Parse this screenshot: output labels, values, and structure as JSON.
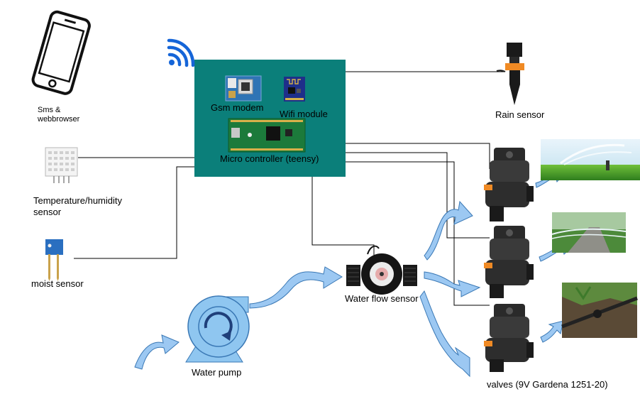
{
  "labels": {
    "phone": "Sms &\nwebbrowser",
    "gsm": "Gsm modem",
    "wifi": "Wifi module",
    "mcu": "Micro controller (teensy)",
    "rain": "Rain sensor",
    "temp": "Temperature/humidity\nsensor",
    "moist": "moist sensor",
    "flow": "Water flow sensor",
    "pump": "Water pump",
    "valves": "valves (9V Gardena 1251-20)"
  },
  "colors": {
    "controller": "#0b7f7a",
    "arrow_fill": "#9cc8f2",
    "arrow_stroke": "#3a78b5",
    "wire": "#000000",
    "wifi_icon": "#1565d8",
    "pump_body": "#8fc6f0"
  },
  "icons": [
    "smartphone-icon",
    "wifi-icon",
    "temperature-sensor-icon",
    "moisture-sensor-icon",
    "gsm-module-icon",
    "wifi-module-icon",
    "microcontroller-icon",
    "rain-sensor-icon",
    "valve-icon",
    "flow-sensor-icon",
    "pump-icon",
    "sprinkler-photo",
    "drip-photo"
  ]
}
